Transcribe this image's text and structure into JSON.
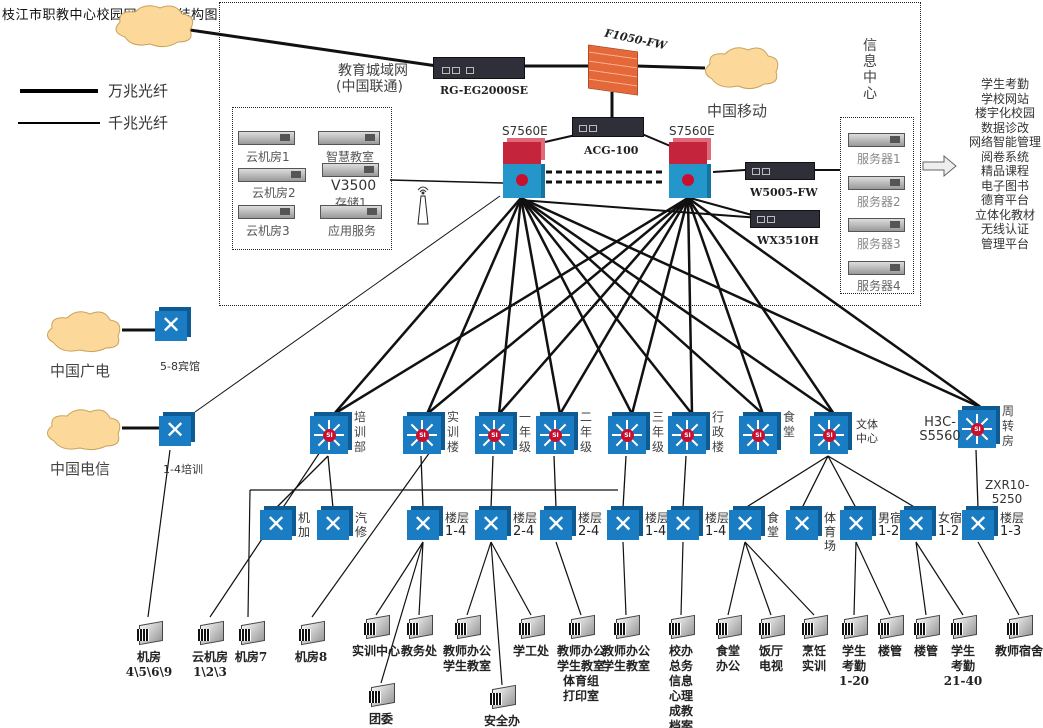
{
  "title": "枝江市职教中心校园网络拓朴结构图",
  "legend": [
    {
      "label": "万兆光纤",
      "style": "thick"
    },
    {
      "label": "千兆光纤",
      "style": "thin"
    }
  ],
  "clouds": {
    "edu_metro": {
      "label_line1": "教育城域网",
      "label_line2": "(中国联通)"
    },
    "china_mobile": {
      "label": "中国移动"
    },
    "china_broadcast": {
      "label": "中国广电"
    },
    "china_telecom": {
      "label": "中国电信"
    }
  },
  "info_center": {
    "label": "信息中心"
  },
  "devices": {
    "gateway": "RG-EG2000SE",
    "firewall": "F1050-FW",
    "acg": "ACG-100",
    "core_left": "S7560E",
    "core_right": "S7560E",
    "fw2": "W5005-FW",
    "wx": "WX3510H"
  },
  "cloud_racks": [
    "云机房1",
    "智慧教室",
    "云机房2",
    "V3500",
    "存储1",
    "云机房3",
    "应用服务"
  ],
  "servers": [
    "服务器1",
    "服务器2",
    "服务器3",
    "服务器4"
  ],
  "services": [
    "学生考勤",
    "学校网站",
    "楼宇化校园",
    "数据诊改",
    "网络智能管理",
    "阅卷系统",
    "精品课程",
    "电子图书",
    "德育平台",
    "立体化教材",
    "无线认证",
    "管理平台"
  ],
  "isp_switches": [
    {
      "label": "5-8宾馆"
    },
    {
      "label": "1-4培训"
    }
  ],
  "agg_switches": [
    {
      "label": "培训部"
    },
    {
      "label": "实训楼"
    },
    {
      "label": "一年级"
    },
    {
      "label": "二年级"
    },
    {
      "label": "三年级"
    },
    {
      "label": "行政楼"
    },
    {
      "label": "食堂"
    },
    {
      "label": "文体中心"
    },
    {
      "label": "周转房",
      "model": "H3C-S5560"
    }
  ],
  "access_switches": [
    {
      "label": "机加"
    },
    {
      "label": "汽修"
    },
    {
      "label": "楼层",
      "num": "1-4"
    },
    {
      "label": "楼层",
      "num": "2-4"
    },
    {
      "label": "楼层",
      "num": "2-4"
    },
    {
      "label": "楼层",
      "num": "1-4"
    },
    {
      "label": "楼层",
      "num": "1-4"
    },
    {
      "label": "食堂"
    },
    {
      "label": "体育场"
    },
    {
      "label": "男宿",
      "num": "1-2"
    },
    {
      "label": "女宿",
      "num": "1-2"
    },
    {
      "label": "楼层",
      "num": "1-3",
      "model": "ZXR10-5250"
    }
  ],
  "endpoints": [
    {
      "lines": [
        "机房",
        "4\\5\\6\\9"
      ]
    },
    {
      "lines": [
        "云机房",
        "1\\2\\3"
      ]
    },
    {
      "lines": [
        "机房7"
      ]
    },
    {
      "lines": [
        "机房8"
      ]
    },
    {
      "lines": [
        "实训中心"
      ]
    },
    {
      "lines": [
        "教务处"
      ]
    },
    {
      "lines": [
        "团委"
      ]
    },
    {
      "lines": [
        "教师办公",
        "学生教室"
      ]
    },
    {
      "lines": [
        "安全办"
      ]
    },
    {
      "lines": [
        "学工处"
      ]
    },
    {
      "lines": [
        "教师办公",
        "学生教室",
        "体育组",
        "打印室"
      ]
    },
    {
      "lines": [
        "教师办公",
        "学生教室"
      ]
    },
    {
      "lines": [
        "校办",
        "总务",
        "信息",
        "心理",
        "成教",
        "档案"
      ]
    },
    {
      "lines": [
        "食堂",
        "办公"
      ]
    },
    {
      "lines": [
        "饭厅",
        "电视"
      ]
    },
    {
      "lines": [
        "烹饪",
        "实训"
      ]
    },
    {
      "lines": [
        "学生",
        "考勤",
        "1-20"
      ]
    },
    {
      "lines": [
        "楼管"
      ]
    },
    {
      "lines": [
        "楼管"
      ]
    },
    {
      "lines": [
        "学生",
        "考勤",
        "21-40"
      ]
    },
    {
      "lines": [
        "教师宿舍"
      ]
    }
  ]
}
